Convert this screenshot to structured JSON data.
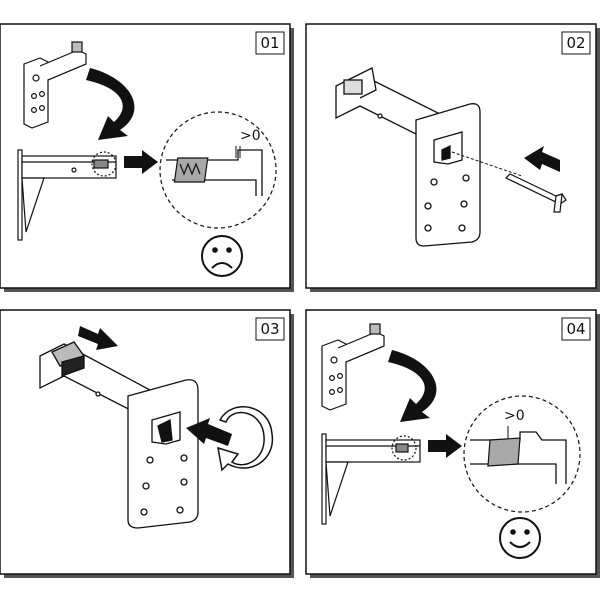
{
  "panels": [
    {
      "number": "01",
      "gap_label": ">0",
      "outcome": "sad"
    },
    {
      "number": "02"
    },
    {
      "number": "03"
    },
    {
      "number": "04",
      "gap_label": ">0",
      "outcome": "happy"
    }
  ],
  "colors": {
    "line": "#111111",
    "shadow": "#555555",
    "gray_fill": "#a8a8a8",
    "light_gray": "#d8d8d8",
    "background": "#ffffff"
  }
}
